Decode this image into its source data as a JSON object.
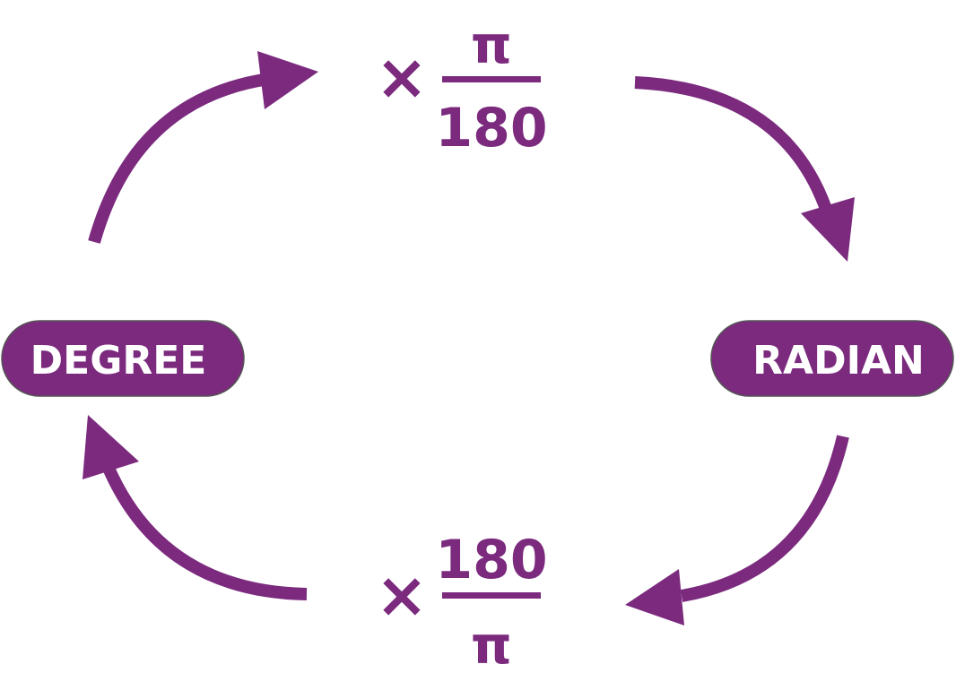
{
  "colors": {
    "accent": "#7B2A7E",
    "label_text": "#FFFFFF"
  },
  "nodes": {
    "degree": "DEGREE",
    "radian": "RADIAN"
  },
  "top_factor": {
    "operator": "×",
    "numerator": "π",
    "denominator": "180"
  },
  "bottom_factor": {
    "operator": "×",
    "numerator": "180",
    "denominator": "π"
  }
}
